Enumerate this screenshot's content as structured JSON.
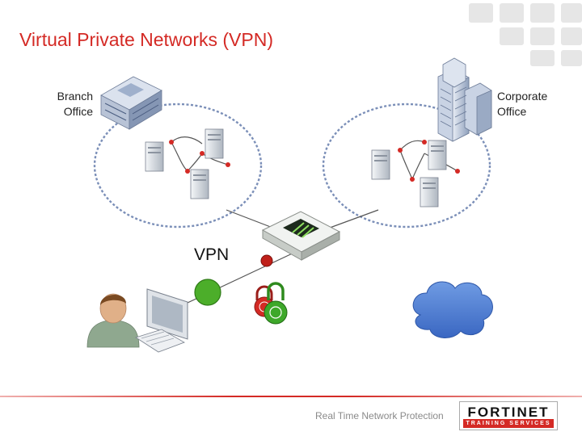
{
  "slide": {
    "title": "Virtual Private Networks (VPN)"
  },
  "labels": {
    "branch": "Branch\nOffice",
    "corporate": "Corporate\nOffice",
    "vpn": "VPN"
  },
  "footer": {
    "tagline": "Real Time Network Protection",
    "logo_text": "FORTINET",
    "logo_subtext": "TRAINING SERVICES"
  },
  "colors": {
    "accent": "#d42a25",
    "network_ring": "#7b8fb8",
    "cloud": "#4f7fd0",
    "tunnel_node": "#4cae2a"
  }
}
